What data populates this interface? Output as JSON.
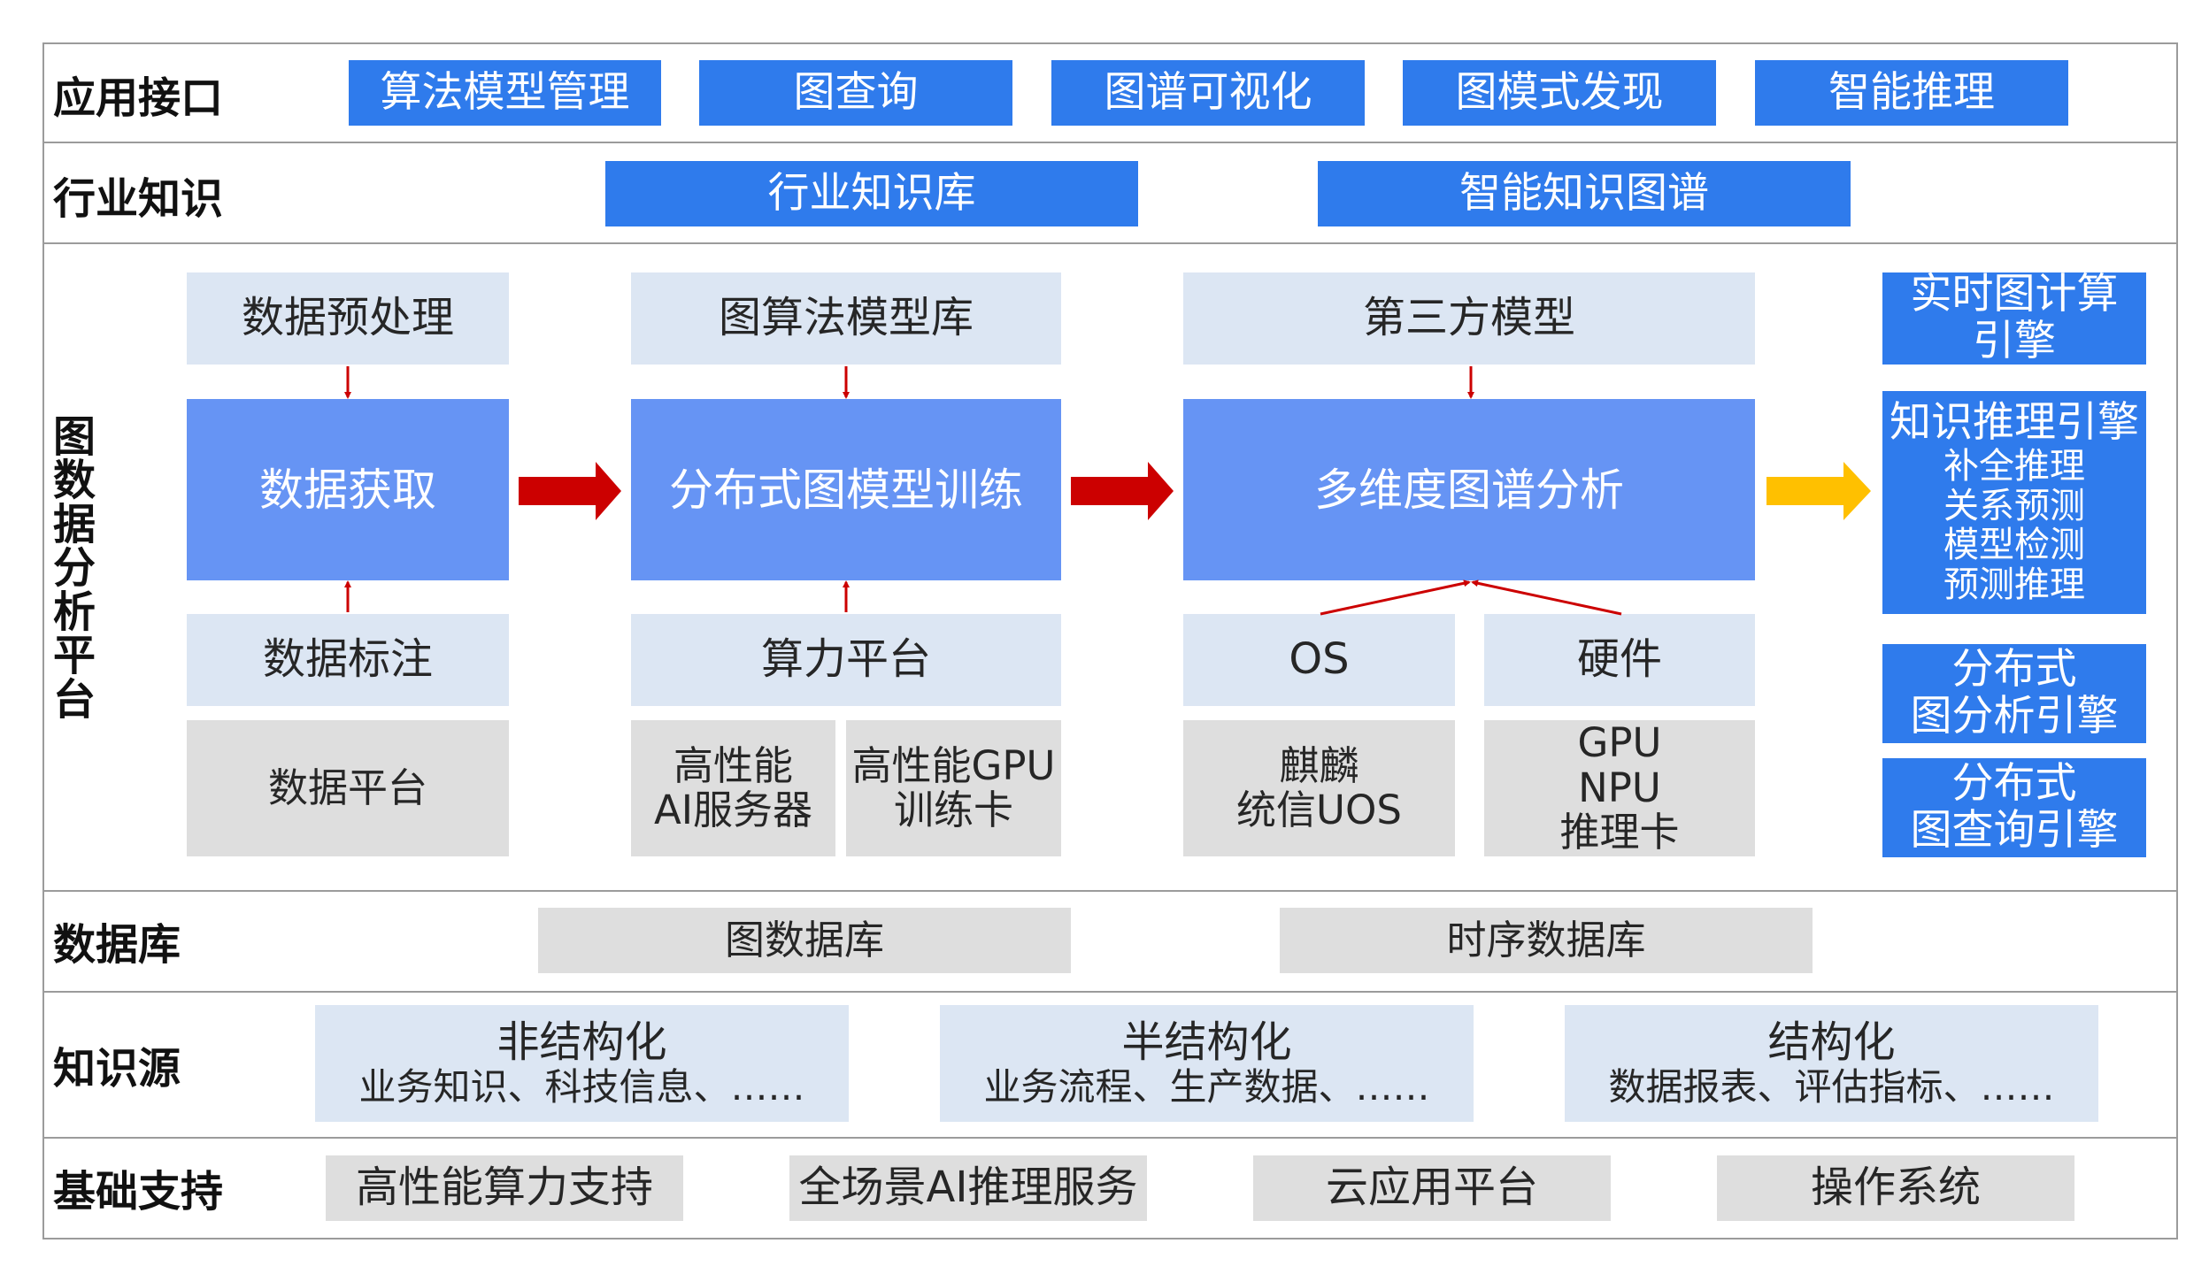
{
  "rows": {
    "app_interface": {
      "label": "应用接口",
      "items": [
        "算法模型管理",
        "图查询",
        "图谱可视化",
        "图模式发现",
        "智能推理"
      ]
    },
    "industry_knowledge": {
      "label": "行业知识",
      "items": [
        "行业知识库",
        "智能知识图谱"
      ]
    },
    "platform": {
      "label_chars": [
        "图",
        "数",
        "据",
        "分",
        "析",
        "平",
        "台"
      ],
      "col1": {
        "top": "数据预处理",
        "main": "数据获取",
        "bottom": "数据标注",
        "base": "数据平台"
      },
      "col2": {
        "top": "图算法模型库",
        "main": "分布式图模型训练",
        "bottom": "算力平台",
        "base_left": [
          "高性能",
          "AI服务器"
        ],
        "base_right": [
          "高性能GPU",
          "训练卡"
        ]
      },
      "col3": {
        "top": "第三方模型",
        "main": "多维度图谱分析",
        "bottom_left": "OS",
        "bottom_right": "硬件",
        "base_left": [
          "麒麟",
          "统信UOS"
        ],
        "base_right": [
          "GPU",
          "NPU",
          "推理卡"
        ]
      },
      "engines": {
        "realtime": [
          "实时图计算",
          "引擎"
        ],
        "reasoning_title": "知识推理引擎",
        "reasoning_items": [
          "补全推理",
          "关系预测",
          "模型检测",
          "预测推理"
        ],
        "analysis": [
          "分布式",
          "图分析引擎"
        ],
        "query": [
          "分布式",
          "图查询引擎"
        ]
      }
    },
    "database": {
      "label": "数据库",
      "items": [
        "图数据库",
        "时序数据库"
      ]
    },
    "knowledge_source": {
      "label": "知识源",
      "items": [
        {
          "title": "非结构化",
          "desc": "业务知识、科技信息、……"
        },
        {
          "title": "半结构化",
          "desc": "业务流程、生产数据、……"
        },
        {
          "title": "结构化",
          "desc": "数据报表、评估指标、……"
        }
      ]
    },
    "foundation": {
      "label": "基础支持",
      "items": [
        "高性能算力支持",
        "全场景AI推理服务",
        "云应用平台",
        "操作系统"
      ]
    }
  },
  "colors": {
    "interface_blue": "#2f7bec",
    "process_blue": "#6694f4",
    "pale_blue": "#dce6f3",
    "gray": "#dedede",
    "flow_arrow_red": "#cc0000",
    "flow_arrow_yellow": "#ffc000",
    "border": "#9b9b9b"
  }
}
